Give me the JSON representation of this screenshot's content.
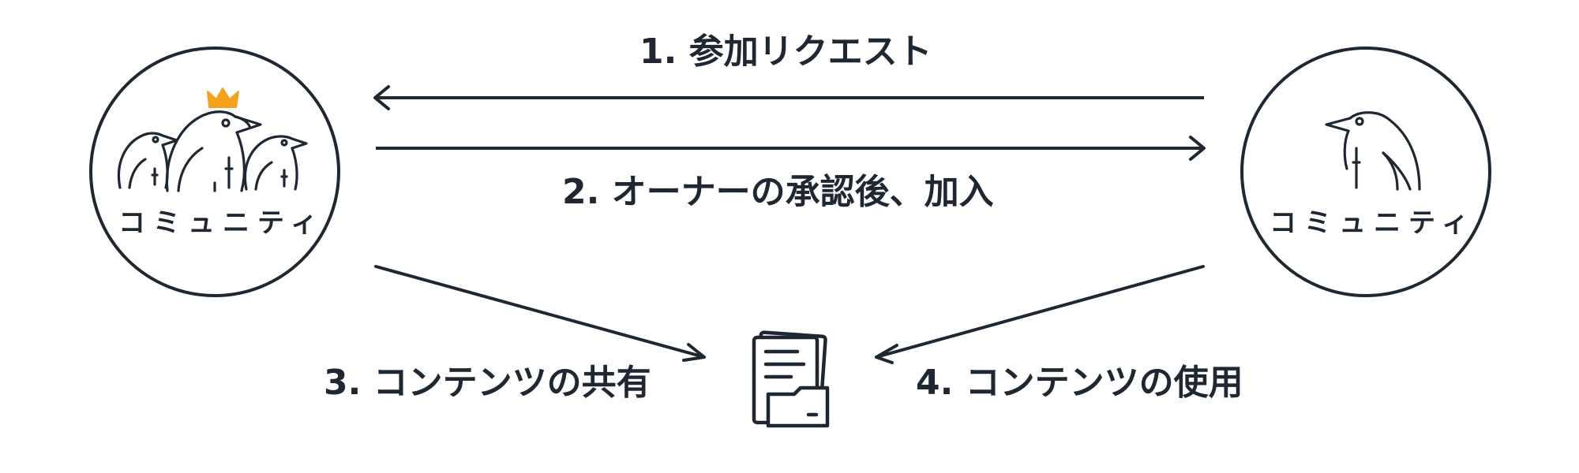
{
  "colors": {
    "ink": "#1f2733",
    "crown": "#f5a21b",
    "background": "#ffffff"
  },
  "left_community": {
    "label": "コミュニティ",
    "icon": "penguin-group-with-crown-icon"
  },
  "right_community": {
    "label": "コミュニティ",
    "icon": "penguin-icon"
  },
  "center": {
    "icon": "content-folder-icon"
  },
  "steps": {
    "step1": "1. 参加リクエスト",
    "step2": "2. オーナーの承認後、加入",
    "step3": "3. コンテンツの共有",
    "step4": "4. コンテンツの使用"
  }
}
